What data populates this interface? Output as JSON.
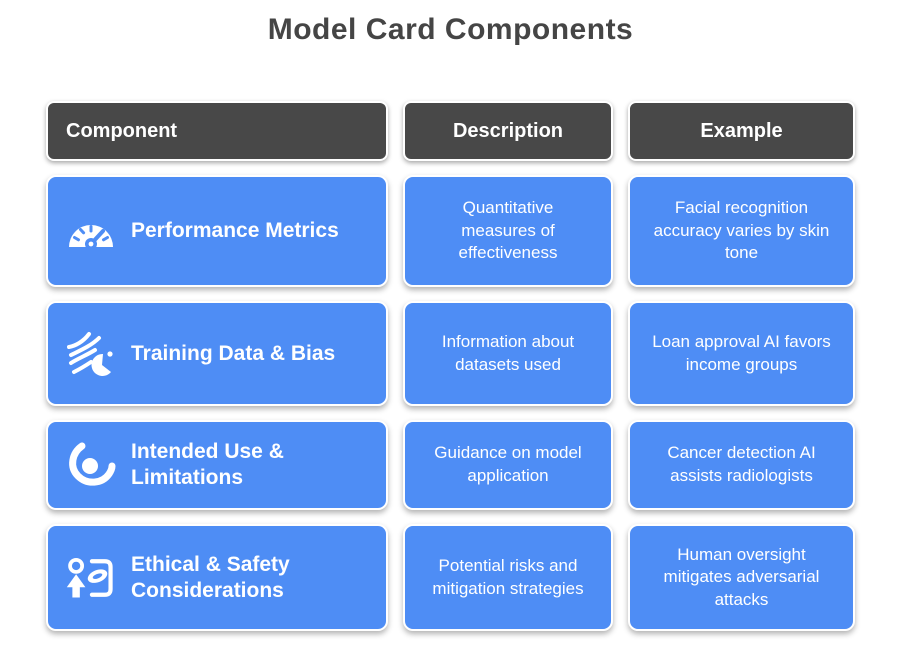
{
  "title": "Model Card Components",
  "colors": {
    "card_blue": "#4e8df5",
    "header_gray": "#484848",
    "title_gray": "#454545",
    "text_white": "#ffffff"
  },
  "table": {
    "headers": [
      {
        "label": "Component"
      },
      {
        "label": "Description"
      },
      {
        "label": "Example"
      }
    ],
    "rows": [
      {
        "icon": "gauge-icon",
        "component": "Performance Metrics",
        "description": "Quantitative measures of effectiveness",
        "example": "Facial recognition accuracy varies by skin tone"
      },
      {
        "icon": "data-flow-icon",
        "component": "Training Data & Bias",
        "description": "Information about datasets used",
        "example": "Loan approval AI favors income groups"
      },
      {
        "icon": "holding-circle-icon",
        "component": "Intended Use & Limitations",
        "description": "Guidance on model application",
        "example": "Cancer detection AI assists radiologists"
      },
      {
        "icon": "person-presentation-icon",
        "component": "Ethical & Safety Considerations",
        "description": "Potential risks and mitigation strategies",
        "example": "Human oversight mitigates adversarial attacks"
      }
    ]
  }
}
